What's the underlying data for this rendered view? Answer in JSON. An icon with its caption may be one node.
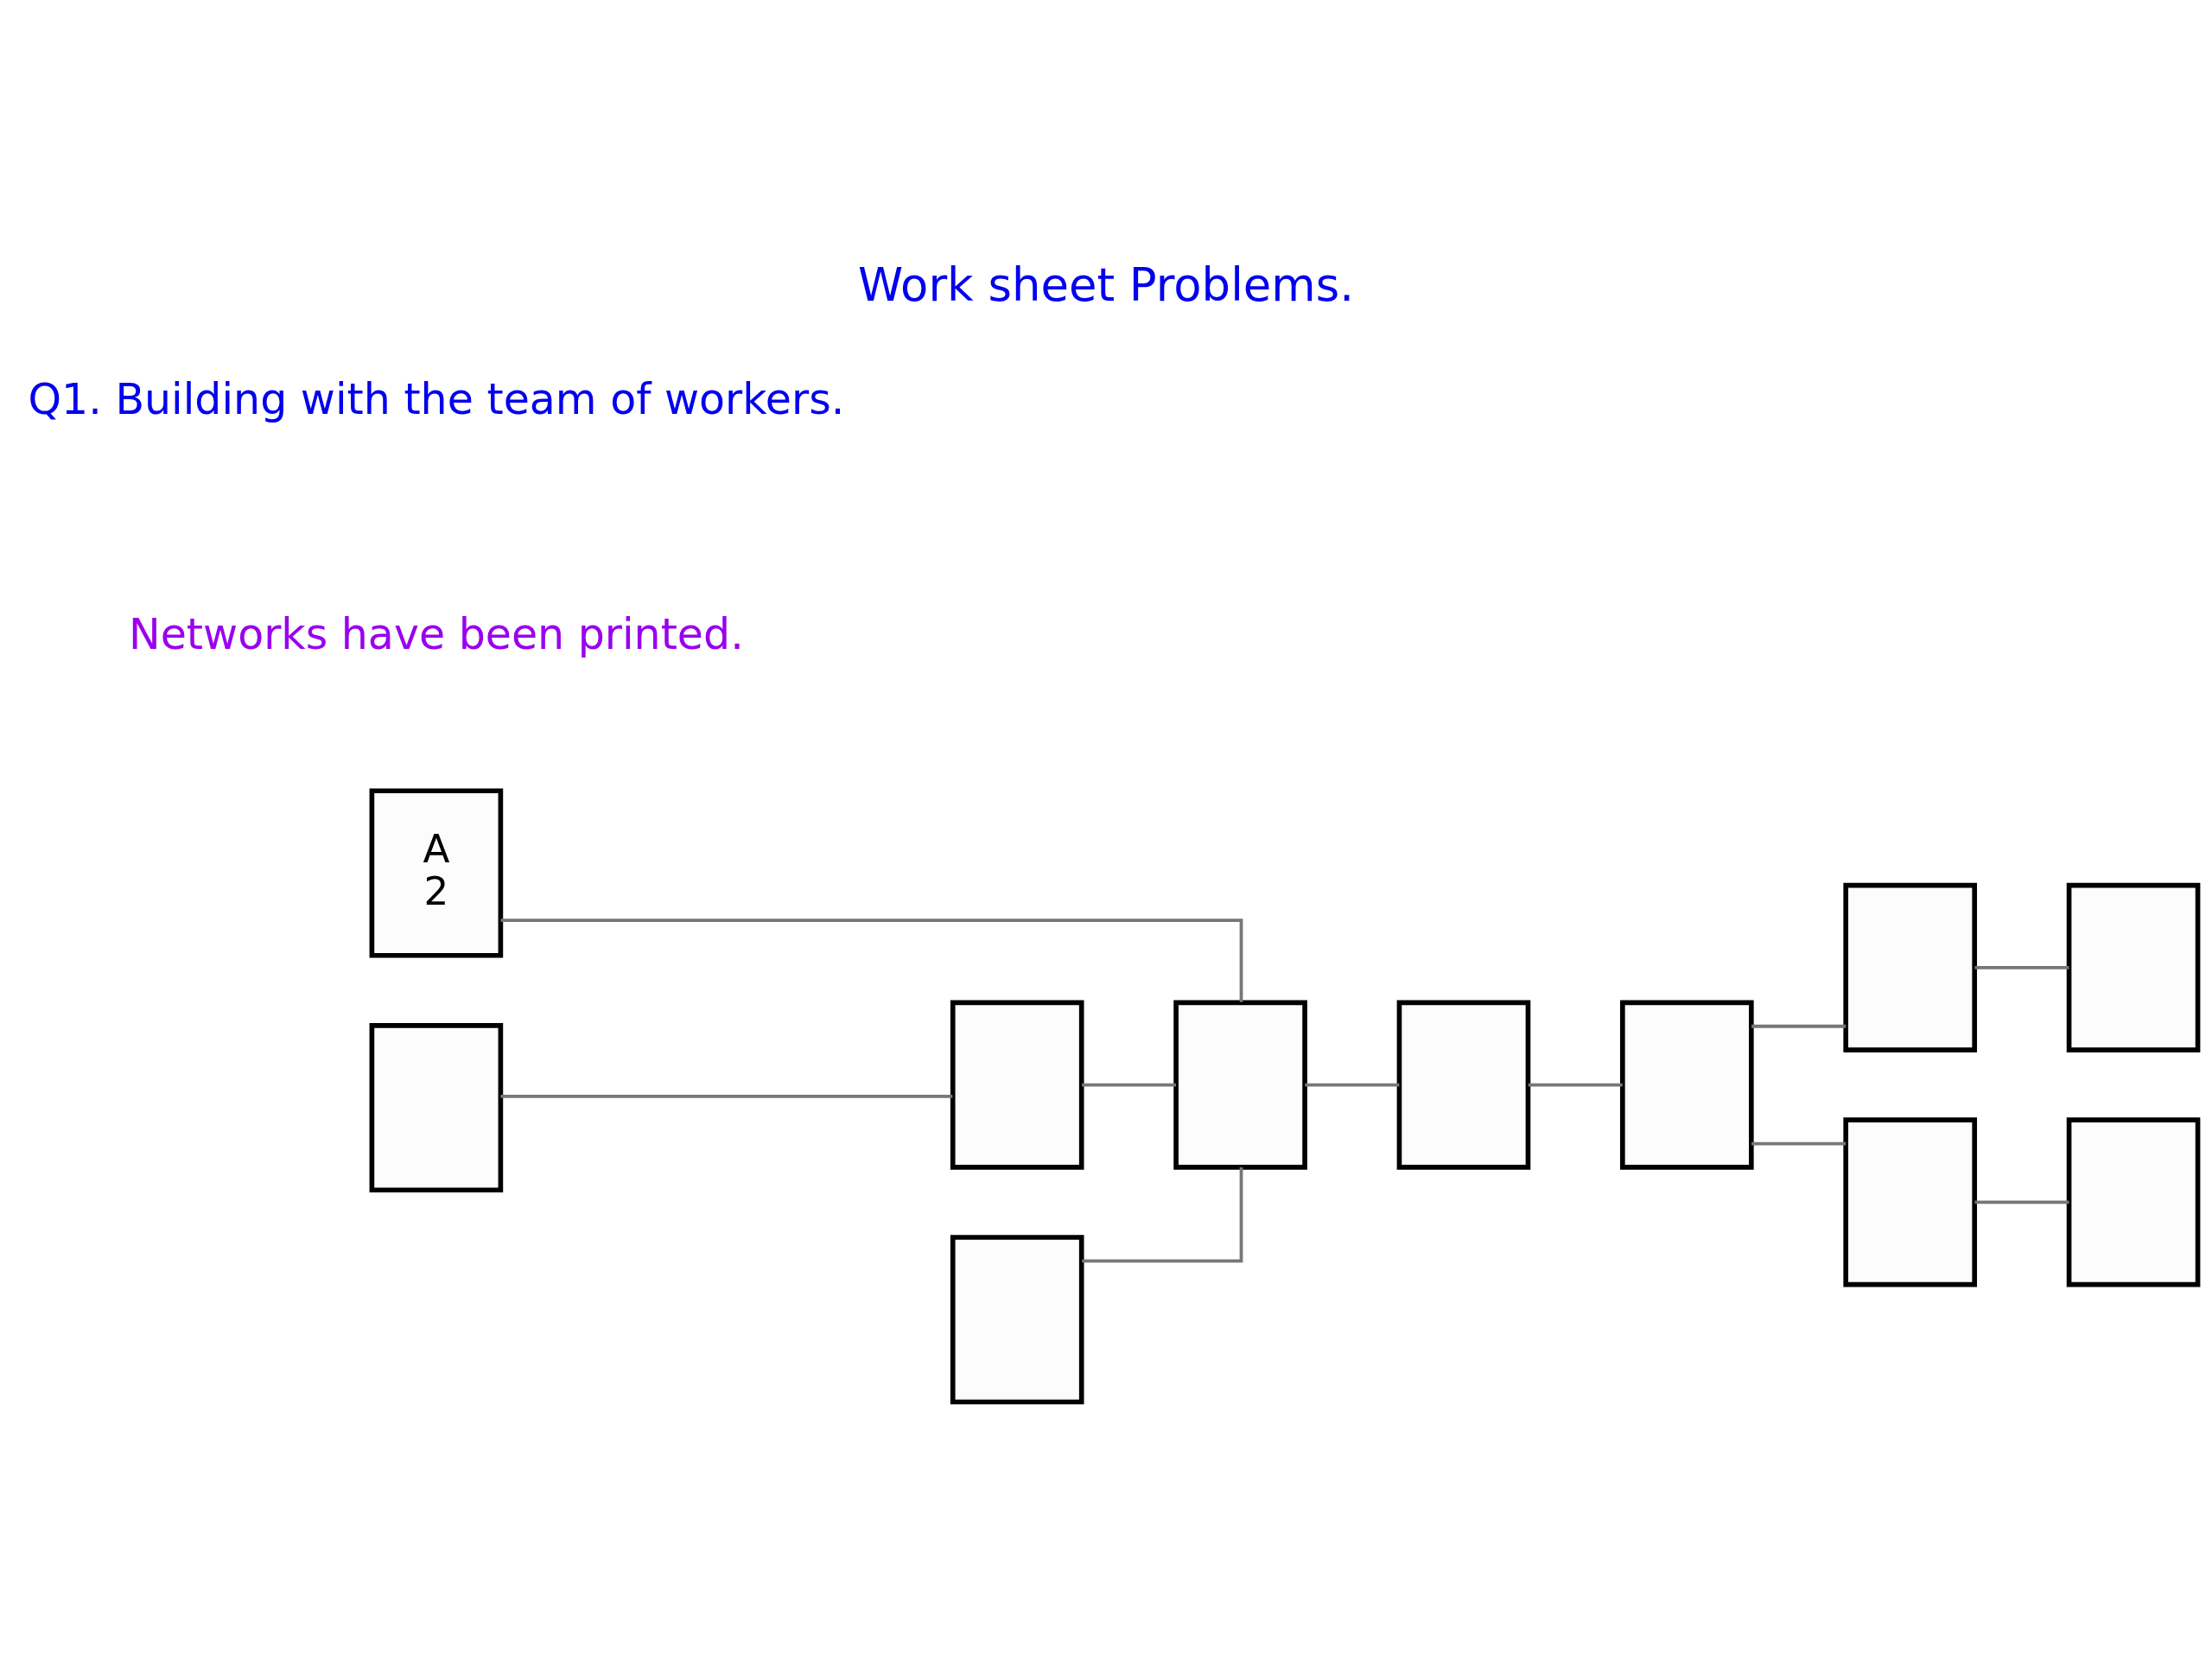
{
  "diagram": {
    "title": "Work sheet Problems.",
    "nodes": [
      {
        "text": [
          "A",
          "2"
        ]
      },
      {
        "text": [],
        "shape": "box"
      },
      {
        "text": [],
        "shape": "box"
      },
      {
        "text": [],
        "shape": "box"
      },
      {
        "text": [],
        "shape": "box"
      },
      {
        "text": [],
        "shape": "box"
      },
      {
        "text": [],
        "shape": "box"
      },
      {
        "text": [],
        "shape": "box"
      },
      {
        "text": [],
        "shape": "box"
      },
      {
        "text": [],
        "shape": "box"
      },
      {
        "text": [],
        "shape": "box"
      }
    ],
    "edges": [
      {
        "from": 0,
        "to": 5,
        "arrow": "none"
      },
      {
        "from": 3,
        "to": 4,
        "arrow": "none"
      },
      {
        "from": 4,
        "to": 5,
        "arrow": "none"
      },
      {
        "from": 8,
        "to": 5,
        "arrow": "none"
      },
      {
        "from": 5,
        "to": 6,
        "arrow": "none"
      },
      {
        "from": 6,
        "to": 7,
        "arrow": "none"
      },
      {
        "from": 7,
        "to": 1,
        "arrow": "none"
      },
      {
        "from": 7,
        "to": 9,
        "arrow": "none"
      },
      {
        "from": 1,
        "to": 2,
        "arrow": "none"
      },
      {
        "from": 9,
        "to": 10,
        "arrow": "none"
      }
    ],
    "labels": [
      "Networks have been printed.",
      "Q1. Building with the team of workers."
    ]
  }
}
